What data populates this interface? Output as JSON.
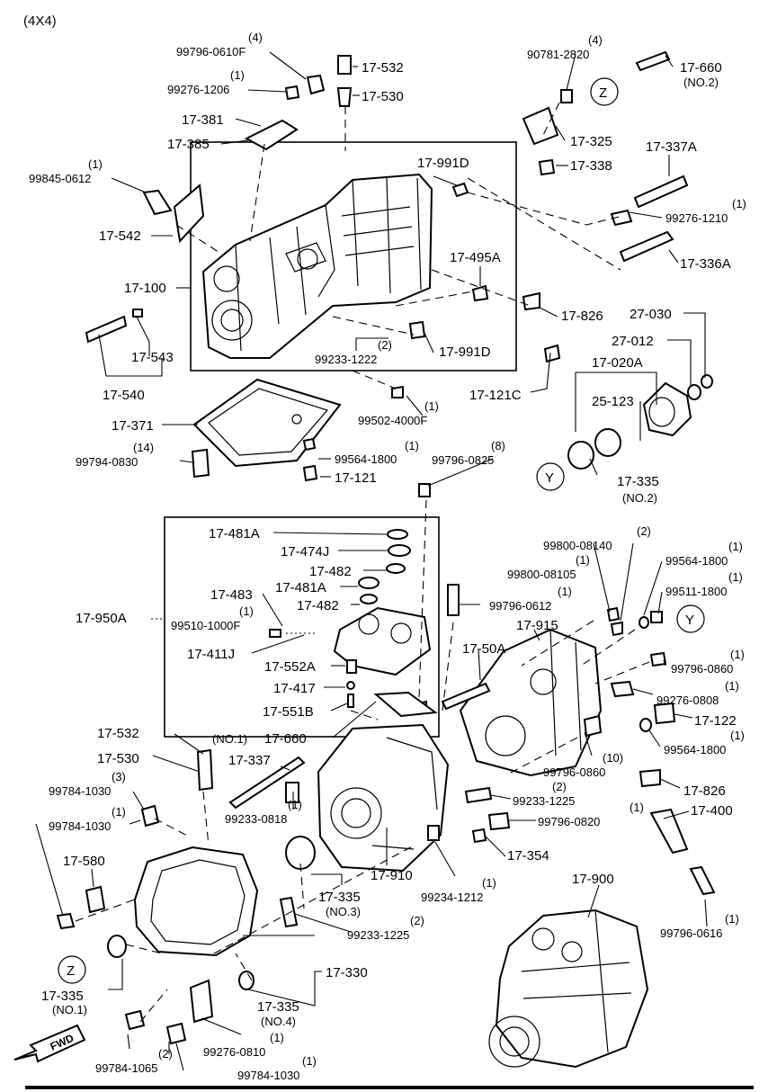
{
  "header": {
    "model": "(4X4)"
  },
  "callouts": {
    "c1": "(4)",
    "c2": "99796-0610F",
    "c3": "(1)",
    "c4": "99276-1206",
    "c5": "17-381",
    "c6": "17-385",
    "c7": "17-532",
    "c8": "17-530",
    "c9": "(1)",
    "c10": "99845-0612",
    "c11": "17-542",
    "c12": "17-100",
    "c13": "17-991D",
    "c14": "17-495A",
    "c15": "(2)",
    "c16": "99233-1222",
    "c17": "17-991D",
    "c18": "17-543",
    "c19": "17-540",
    "c20": "(4)",
    "c21": "90781-2820",
    "c22": "Z",
    "c23": "17-660",
    "c24": "(NO.2)",
    "c25": "17-325",
    "c26": "17-338",
    "c27": "17-337A",
    "c28": "(1)",
    "c29": "99276-1210",
    "c30": "17-336A",
    "c31": "17-826",
    "c32": "27-030",
    "c33": "27-012",
    "c34": "17-020A",
    "c35": "25-123",
    "c36": "17-121C",
    "c37": "(1)",
    "c38": "99502-4000F",
    "c39": "17-371",
    "c40": "(14)",
    "c41": "99794-0830",
    "c42": "(1)",
    "c43": "99564-1800",
    "c44": "17-121",
    "c45": "(8)",
    "c46": "99796-0825",
    "c47": "Y",
    "c48": "17-335",
    "c49": "(NO.2)",
    "c50": "17-481A",
    "c51": "17-474J",
    "c52": "17-482",
    "c53": "17-481A",
    "c54": "17-482",
    "c55": "17-483",
    "c56": "(1)",
    "c57": "99510-1000F",
    "c58": "17-950A",
    "c59": "17-411J",
    "c60": "17-552A",
    "c61": "17-417",
    "c62": "17-551B",
    "c63": "(2)",
    "c64": "99800-08140",
    "c65": "(1)",
    "c66": "99800-08105",
    "c67": "(1)",
    "c68": "99796-0612",
    "c69": "(1)",
    "c70": "99564-1800",
    "c71": "(1)",
    "c72": "99511-1800",
    "c73": "Y",
    "c74": "17-915",
    "c75": "17-50A",
    "c76": "(1)",
    "c77": "99796-0860",
    "c78": "(1)",
    "c79": "99276-0808",
    "c80": "17-122",
    "c81": "(1)",
    "c82": "99564-1800",
    "c83": "(10)",
    "c84": "99796-0860",
    "c85": "17-826",
    "c86": "17-532",
    "c87": "(NO.1)",
    "c88": "17-660",
    "c89": "17-530",
    "c90": "17-337",
    "c91": "(3)",
    "c92": "99784-1030",
    "c93": "(1)",
    "c94": "99784-1030",
    "c95": "(1)",
    "c96": "99233-0818",
    "c97": "(2)",
    "c98": "99233-1225",
    "c99": "(1)",
    "c100": "99796-0820",
    "c101": "17-400",
    "c102": "17-354",
    "c103": "17-580",
    "c104": "17-910",
    "c105": "17-335",
    "c106": "(NO.3)",
    "c107": "(1)",
    "c108": "99234-1212",
    "c109": "17-900",
    "c110": "(2)",
    "c111": "99233-1225",
    "c112": "(1)",
    "c113": "99796-0616",
    "c114": "Z",
    "c115": "17-330",
    "c116": "17-335",
    "c117": "(NO.1)",
    "c118": "17-335",
    "c119": "(NO.4)",
    "c120": "(1)",
    "c121": "99276-0810",
    "c122": "(2)",
    "c123": "99784-1065",
    "c124": "(1)",
    "c125": "99784-1030"
  },
  "orientation": {
    "arrow": "FWD"
  }
}
